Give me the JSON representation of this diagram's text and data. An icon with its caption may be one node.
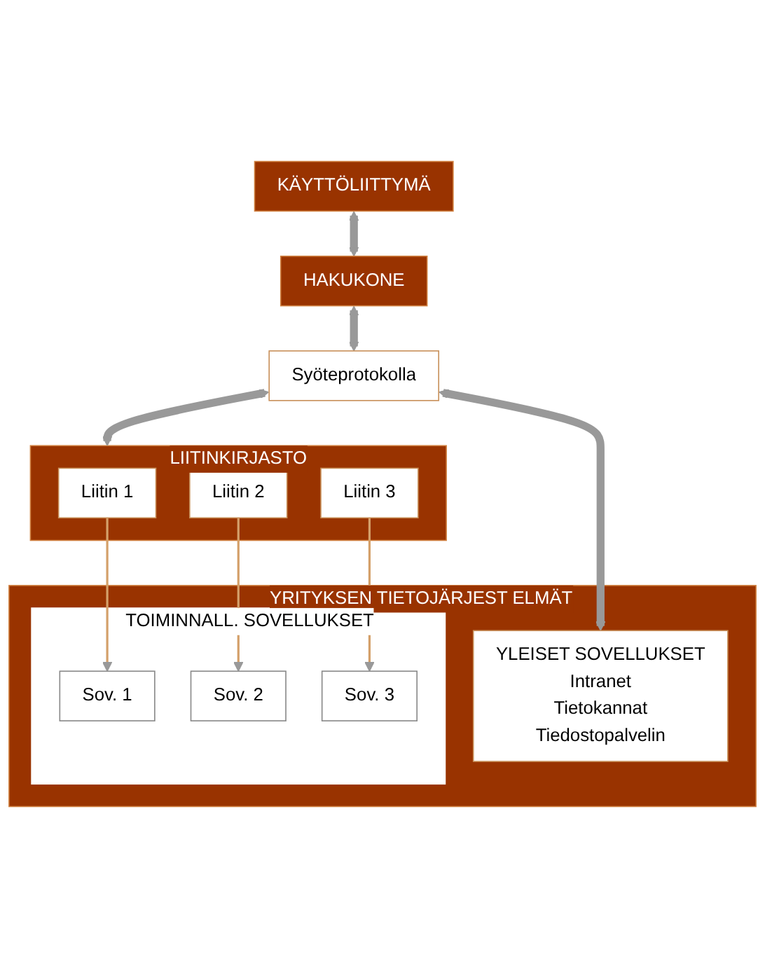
{
  "diagram": {
    "nodes": [
      {
        "text": [
          "KÄYTTÖLIITTYMÄ"
        ]
      },
      {
        "text": [
          "HAKUKONE"
        ]
      },
      {
        "text": [
          "Syöteprotokolla"
        ]
      },
      {
        "text": [
          "LIITINKIRJASTO"
        ]
      },
      {
        "text": [
          "Liitin 1"
        ],
        "in": 3
      },
      {
        "text": [
          "Liitin 2"
        ],
        "in": 3
      },
      {
        "text": [
          "Liitin 3"
        ],
        "in": 3
      },
      {
        "text": [
          "YRITYKSEN TIETOJÄRJEST ELMÄT"
        ]
      },
      {
        "text": [
          "YLEISET SOVELLUKSET",
          "Intranet",
          "Tietokannat",
          "Tiedostopalvelin"
        ],
        "in": 7
      },
      {
        "text": [
          "TOIMINNALL. SOVELLUKSET"
        ],
        "in": 7
      },
      {
        "text": [
          "Sov. 1"
        ],
        "in": 9
      },
      {
        "text": [
          "Sov. 2"
        ],
        "in": 9
      },
      {
        "text": [
          "Sov. 3"
        ],
        "in": 9
      }
    ],
    "edges": [
      {
        "from": 0,
        "to": 1,
        "arrow": "both"
      },
      {
        "from": 1,
        "to": 2,
        "arrow": "both"
      },
      {
        "from": 2,
        "to": 3,
        "arrow": "both"
      },
      {
        "from": 2,
        "to": 8,
        "arrow": "both"
      },
      {
        "from": 4,
        "to": 10,
        "arrow": "to",
        "color": "#d4a06a"
      },
      {
        "from": 5,
        "to": 11,
        "arrow": "to",
        "color": "#d4a06a"
      },
      {
        "from": 6,
        "to": 12,
        "arrow": "to",
        "color": "#d4a06a"
      }
    ]
  }
}
